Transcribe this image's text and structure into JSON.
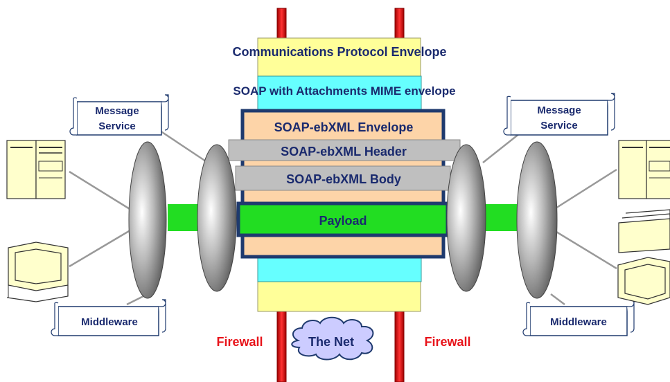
{
  "labels": {
    "comm_protocol": "Communications Protocol Envelope",
    "soap_mime": "SOAP with Attachments MIME envelope",
    "envelope": "SOAP-ebXML Envelope",
    "header": "SOAP-ebXML Header",
    "body": "SOAP-ebXML Body",
    "payload": "Payload",
    "net": "The Net",
    "firewall_left": "Firewall",
    "firewall_right": "Firewall",
    "msg_left_l1": "Message",
    "msg_left_l2": "Service",
    "msg_right_l1": "Message",
    "msg_right_l2": "Service",
    "mw_left": "Middleware",
    "mw_right": "Middleware"
  },
  "colors": {
    "title_text": "#1a2a6e",
    "firewall_text": "#e8141b",
    "firewall_bar": "#e8151d",
    "protocol_fill": "#ffff99",
    "mime_fill": "#66ffff",
    "envelope_fill": "#fdd4a8",
    "envelope_border": "#1f3a6e",
    "header_fill": "#bfbfbf",
    "payload_fill": "#22dd22",
    "cloud_fill": "#ccccff"
  },
  "icons": [
    "server-icon",
    "monitor-icon",
    "document-stack-icon",
    "cloud-icon",
    "scroll-banner-icon",
    "lens-disc-icon"
  ]
}
